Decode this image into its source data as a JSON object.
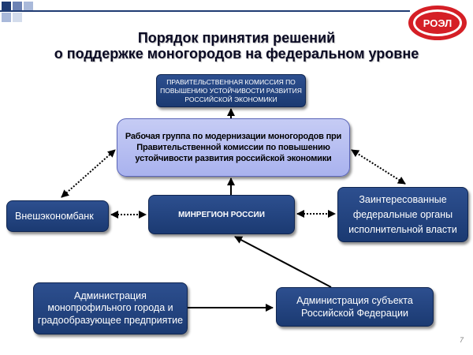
{
  "title": {
    "line1": "Порядок принятия решений",
    "line2": "о поддержке моногородов на федеральном уровне"
  },
  "logo": {
    "text": "РОЭЛ"
  },
  "boxes": {
    "gov_commission": "ПРАВИТЕЛЬСТВЕННАЯ КОМИССИЯ ПО ПОВЫШЕНИЮ УСТОЙЧИВОСТИ РАЗВИТИЯ РОССИЙСКОЙ ЭКОНОМИКИ",
    "working_group": "Рабочая группа по модернизации моногородов при Правительственной комиссии по повышению устойчивости развития российской экономики",
    "veb": "Внешэкономбанк",
    "minregion": "МИНРЕГИОН РОССИИ",
    "federal_bodies": "Заинтересованные федеральные органы исполнительной власти",
    "city_admin": "Администрация монопрофильного города и градообразующее предприятие",
    "subject_admin": "Администрация субъекта Российской Федерации"
  },
  "page_number": "7",
  "colors": {
    "dark_box": "#1f3f7a",
    "light_box": "#b4bcf0",
    "arrow": "#000000",
    "logo_red": "#d51f26"
  }
}
